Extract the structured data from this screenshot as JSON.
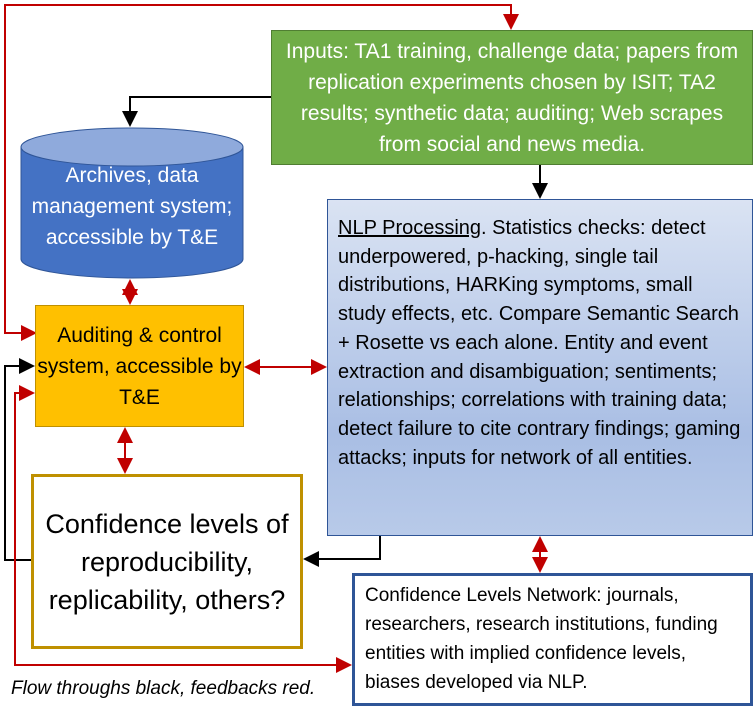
{
  "inputs": {
    "text": "Inputs: TA1 training, challenge data; papers from replication experiments chosen by ISIT; TA2 results; synthetic data; auditing; Web scrapes from social and news media."
  },
  "archives": {
    "text": "Archives, data management system; accessible by T&E"
  },
  "auditing": {
    "text": "Auditing & control system, accessible by T&E"
  },
  "confidence": {
    "text": "Confidence levels of reproducibility, replicability, others?"
  },
  "nlp": {
    "title": "NLP Processing",
    "text": ". Statistics checks: detect underpowered, p-hacking, single tail distributions, HARKing symptoms, small study effects, etc. Compare Semantic Search + Rosette vs each alone. Entity and event extraction and disambiguation; sentiments; relationships; correlations with training data; detect failure to cite contrary findings; gaming attacks; inputs for network of all entities."
  },
  "network": {
    "text": "Confidence Levels Network: journals, researchers, research institutions, funding entities with implied confidence levels, biases developed via NLP."
  },
  "caption": "Flow throughs black, feedbacks red.",
  "colors": {
    "flow": "#000000",
    "feedback": "#c00000",
    "inputs": "#70ad47",
    "archives": "#4472c4",
    "auditing": "#ffc000",
    "border_blue": "#2f5597",
    "border_gold": "#bf9000"
  }
}
